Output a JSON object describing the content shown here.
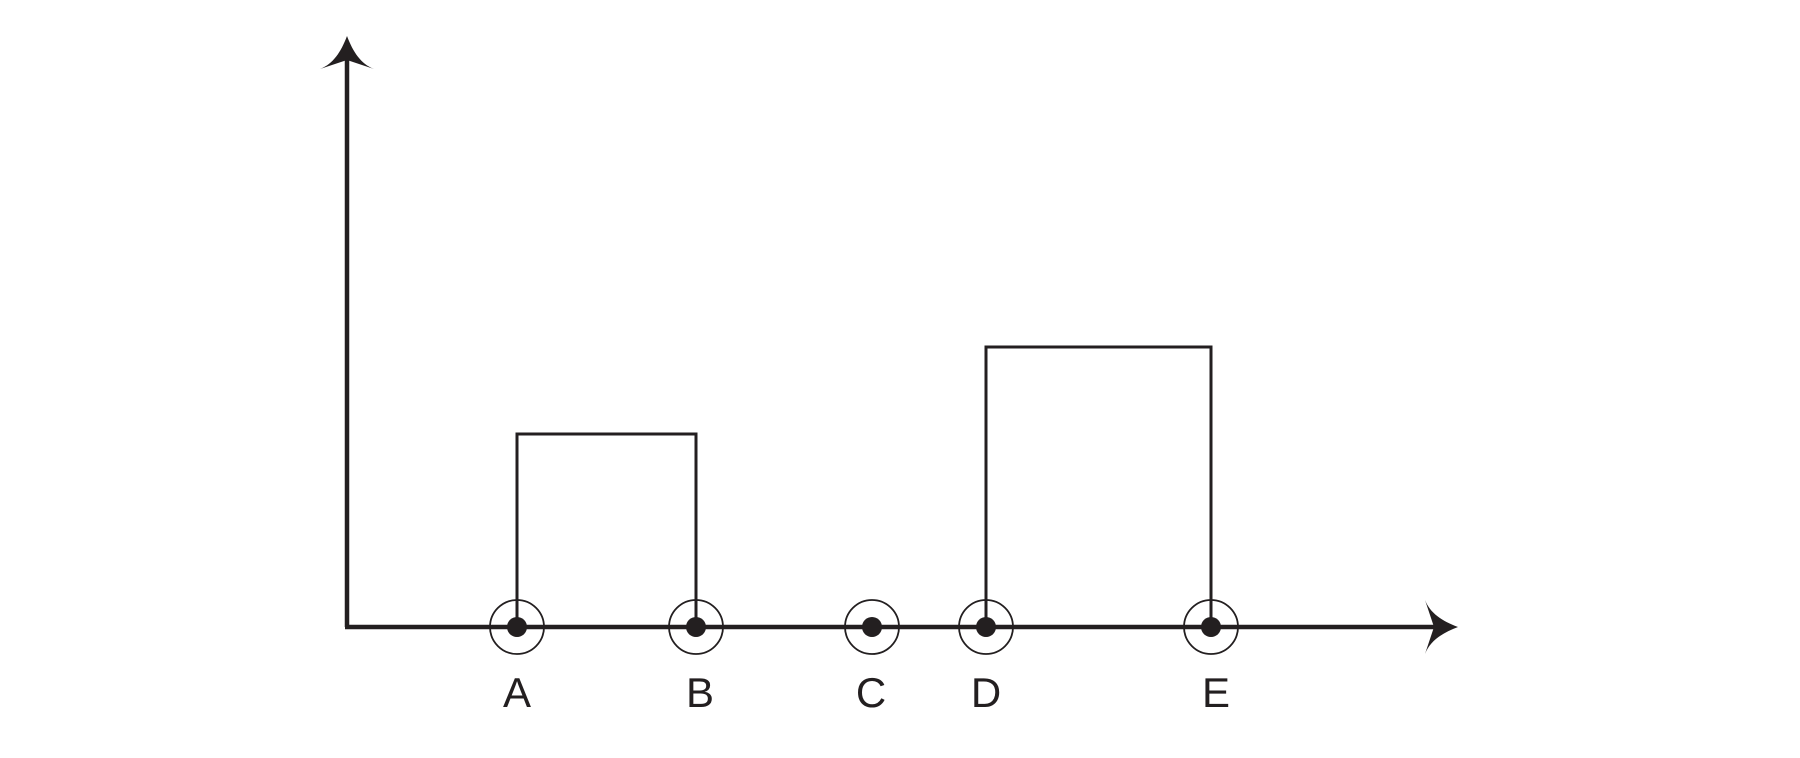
{
  "colors": {
    "ink": "#231f20",
    "background": "#ffffff"
  },
  "points": [
    {
      "label": "A"
    },
    {
      "label": "B"
    },
    {
      "label": "C"
    },
    {
      "label": "D"
    },
    {
      "label": "E"
    }
  ],
  "brackets": [
    {
      "from": "A",
      "to": "B"
    },
    {
      "from": "D",
      "to": "E"
    }
  ]
}
